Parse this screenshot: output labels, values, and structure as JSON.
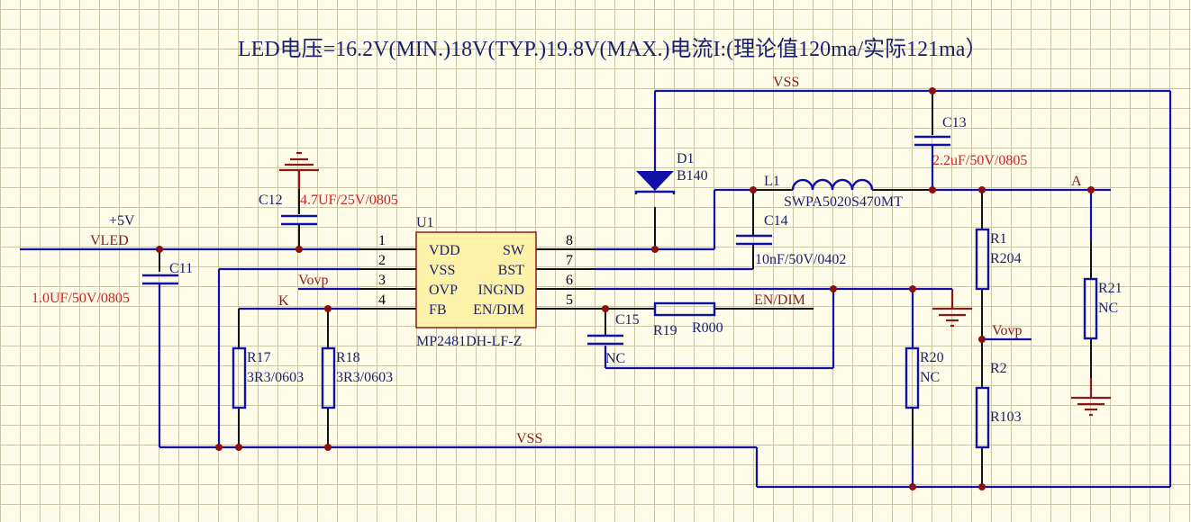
{
  "title": "LED电压=16.2V(MIN.)18V(TYP.)19.8V(MAX.)电流I:(理论值120ma/实际121ma）",
  "colors": {
    "background": "#fffdea",
    "grid": "#c9c6a8",
    "wire": "#1010a8",
    "net_label": "#8a1a1a",
    "value_red": "#d42020",
    "designator": "#1a1f6e",
    "ic_fill": "#fdf2a8",
    "junction": "#8a1010"
  },
  "nets": {
    "plus5v": "+5V",
    "vled": "VLED",
    "vss_top": "VSS",
    "vss_bottom": "VSS",
    "vovp_left": "Vovp",
    "vovp_right": "Vovp",
    "k": "K",
    "en_dim": "EN/DIM",
    "a": "A"
  },
  "ic": {
    "designator": "U1",
    "part": "MP2481DH-LF-Z",
    "left_pins": [
      {
        "num": "1",
        "name": "VDD"
      },
      {
        "num": "2",
        "name": "VSS"
      },
      {
        "num": "3",
        "name": "OVP"
      },
      {
        "num": "4",
        "name": "FB"
      }
    ],
    "right_pins": [
      {
        "num": "8",
        "name": "SW"
      },
      {
        "num": "7",
        "name": "BST"
      },
      {
        "num": "6",
        "name": "INGND"
      },
      {
        "num": "5",
        "name": "EN/DIM"
      }
    ]
  },
  "components": {
    "c11": {
      "ref": "C11",
      "value": "1.0UF/50V/0805"
    },
    "c12": {
      "ref": "C12",
      "value": "4.7UF/25V/0805"
    },
    "c13": {
      "ref": "C13",
      "value": "2.2uF/50V/0805"
    },
    "c14": {
      "ref": "C14",
      "value": "10nF/50V/0402"
    },
    "c15": {
      "ref": "C15",
      "value": "NC"
    },
    "d1": {
      "ref": "D1",
      "value": "B140"
    },
    "l1": {
      "ref": "L1",
      "value": "SWPA5020S470MT"
    },
    "r1": {
      "ref": "R1",
      "value": "R204"
    },
    "r2": {
      "ref": "R2",
      "value": "R103"
    },
    "r17": {
      "ref": "R17",
      "value": "3R3/0603"
    },
    "r18": {
      "ref": "R18",
      "value": "3R3/0603"
    },
    "r19": {
      "ref": "R19",
      "value": "R000"
    },
    "r20": {
      "ref": "R20",
      "value": "NC"
    },
    "r21": {
      "ref": "R21",
      "value": "NC"
    }
  }
}
